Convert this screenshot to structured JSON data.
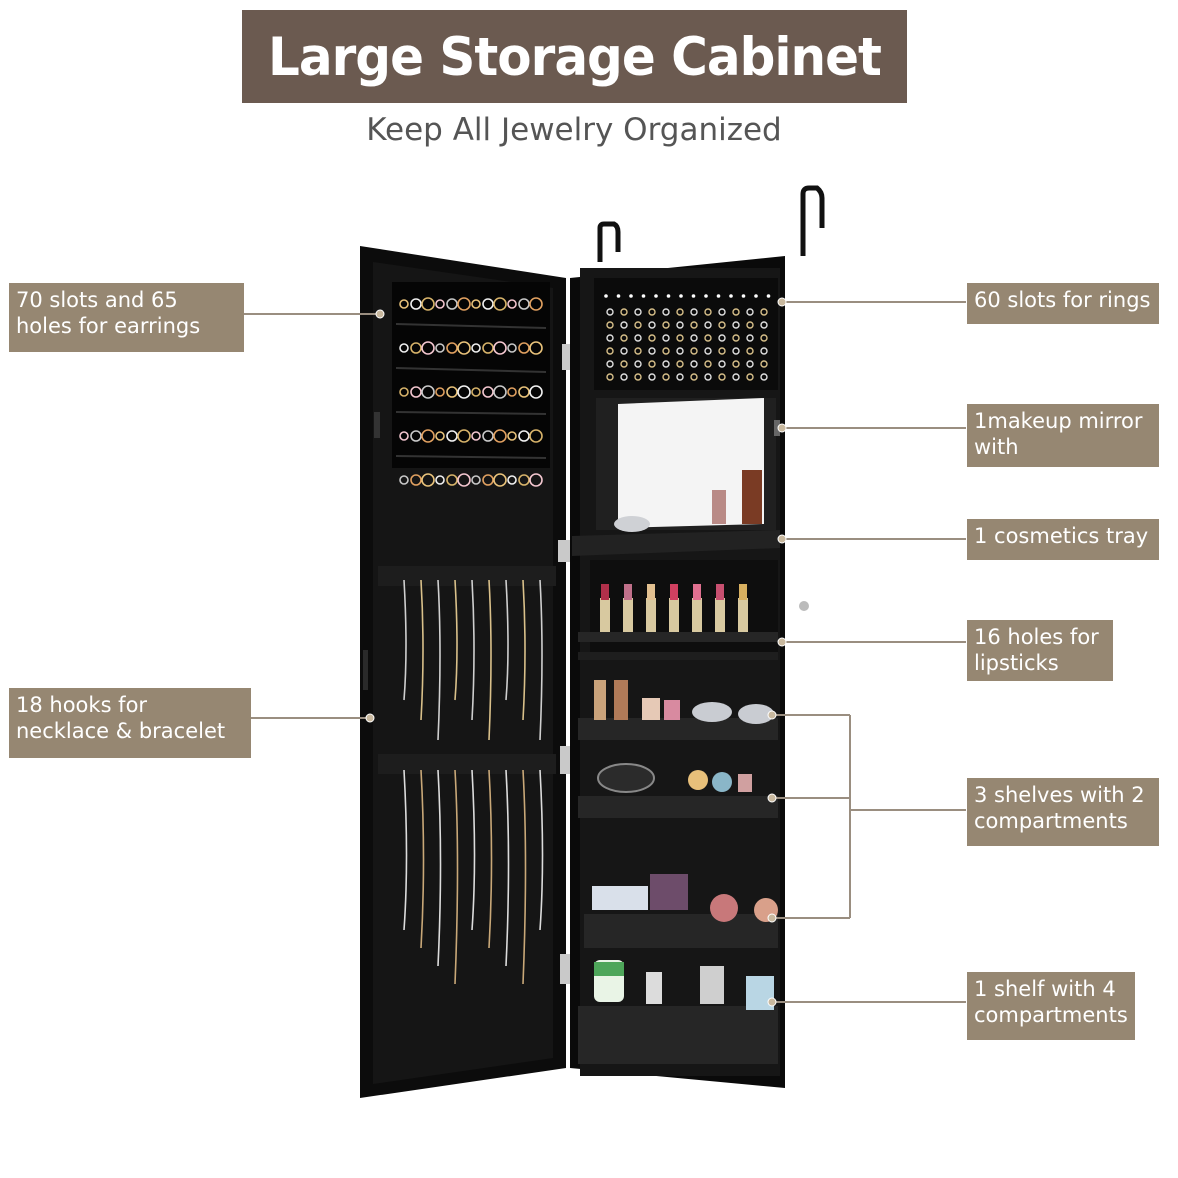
{
  "header": {
    "title": "Large Storage Cabinet",
    "subtitle": "Keep All Jewelry Organized"
  },
  "callouts": {
    "earrings": "70 slots and 65 holes for earrings",
    "necklace": "18 hooks for necklace & bracelet",
    "rings": "60 slots for rings",
    "mirror": "1makeup mirror with",
    "tray": "1 cosmetics tray",
    "lipsticks": "16 holes for lipsticks",
    "shelves": "3 shelves with 2 compartments",
    "shelf4": "1 shelf with 4 compartments"
  },
  "colors": {
    "banner": "#6b5a50",
    "label": "#968772",
    "cabinet": "#111111"
  }
}
